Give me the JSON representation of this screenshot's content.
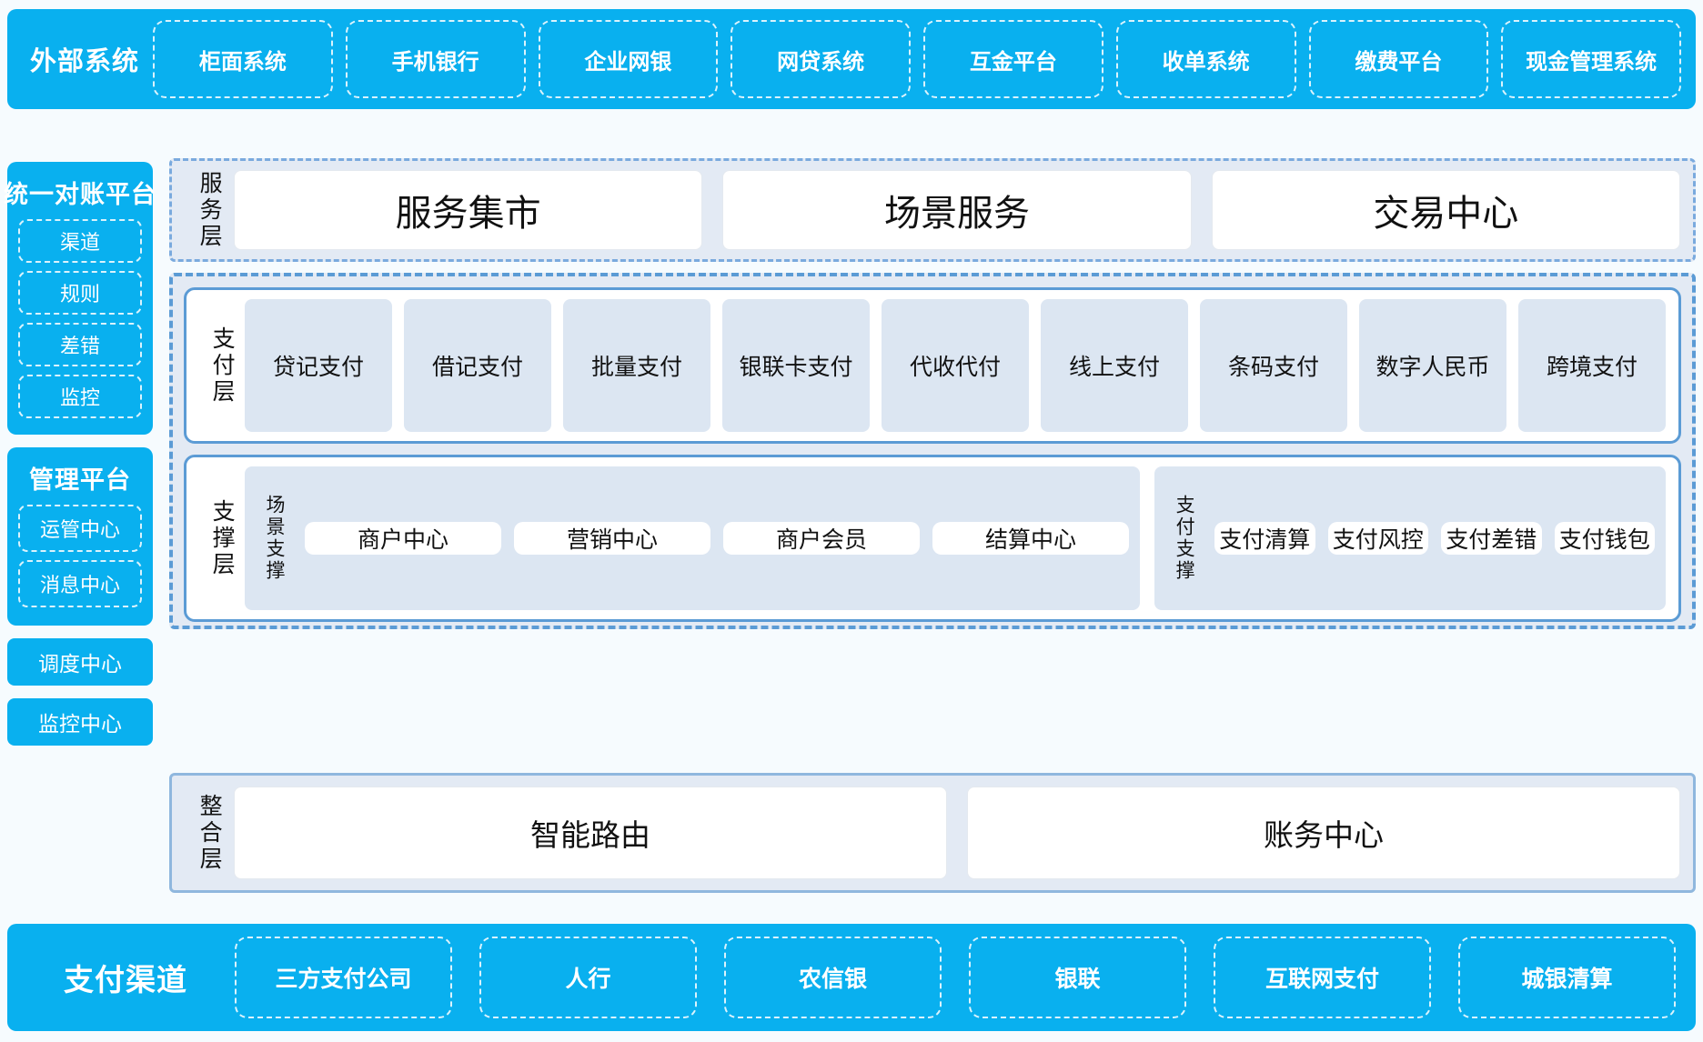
{
  "colors": {
    "brand_blue": "#09b0ef",
    "panel_blue": "#e3eaf4",
    "chip_blue": "#dce6f2",
    "border_blue": "#5b9bd5",
    "page_bg": "#f6fbfe"
  },
  "external_systems": {
    "title": "外部系统",
    "items": [
      "柜面系统",
      "手机银行",
      "企业网银",
      "网贷系统",
      "互金平台",
      "收单系统",
      "缴费平台",
      "现金管理系统"
    ]
  },
  "left_rail": {
    "reconciliation_platform": {
      "title": "统一对账平台",
      "items": [
        "渠道",
        "规则",
        "差错",
        "监控"
      ]
    },
    "management_platform": {
      "title": "管理平台",
      "items": [
        "运管中心",
        "消息中心"
      ]
    },
    "standalone": [
      "调度中心",
      "监控中心"
    ]
  },
  "service_layer": {
    "label": "服务层",
    "items": [
      "服务集市",
      "场景服务",
      "交易中心"
    ]
  },
  "payment_layer": {
    "label": "支付层",
    "items": [
      "贷记支付",
      "借记支付",
      "批量支付",
      "银联卡支付",
      "代收代付",
      "线上支付",
      "条码支付",
      "数字人民币",
      "跨境支付"
    ]
  },
  "support_layer": {
    "label": "支撑层",
    "groups": [
      {
        "label": "场景支撑",
        "items": [
          "商户中心",
          "营销中心",
          "商户会员",
          "结算中心"
        ]
      },
      {
        "label": "支付支撑",
        "items": [
          "支付清算",
          "支付风控",
          "支付差错",
          "支付钱包"
        ]
      }
    ]
  },
  "integration_layer": {
    "label": "整合层",
    "items": [
      "智能路由",
      "账务中心"
    ]
  },
  "payment_channels": {
    "title": "支付渠道",
    "items": [
      "三方支付公司",
      "人行",
      "农信银",
      "银联",
      "互联网支付",
      "城银清算"
    ]
  }
}
